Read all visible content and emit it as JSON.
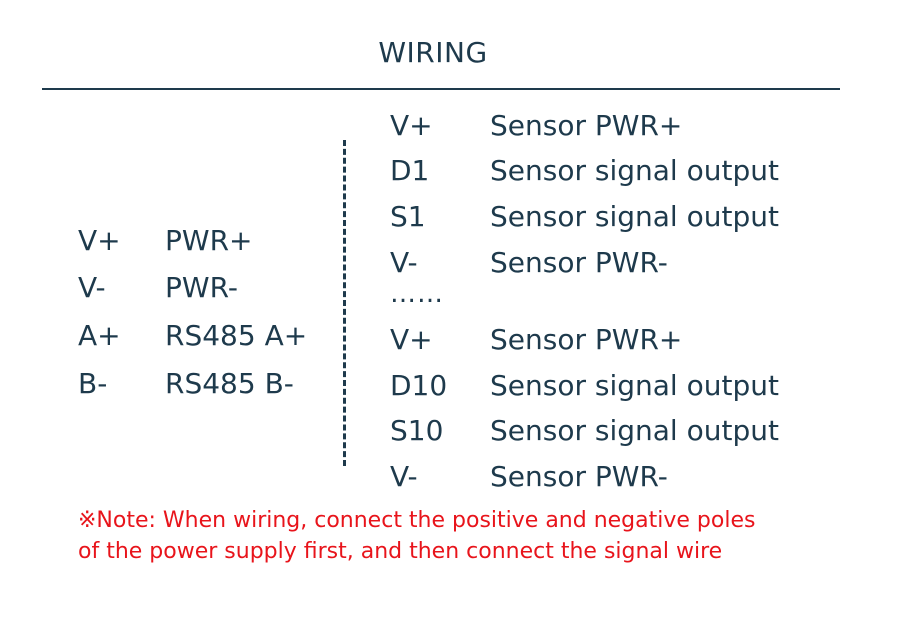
{
  "title": "WIRING",
  "left_terminals": [
    {
      "terminal": "V+",
      "description": "PWR+"
    },
    {
      "terminal": "V-",
      "description": "PWR-"
    },
    {
      "terminal": "A+",
      "description": "RS485 A+"
    },
    {
      "terminal": "B-",
      "description": "RS485 B-"
    }
  ],
  "right_terminals_top": [
    {
      "terminal": "V+",
      "description": "Sensor PWR+"
    },
    {
      "terminal": "D1",
      "description": "Sensor signal output"
    },
    {
      "terminal": "S1",
      "description": "Sensor signal output"
    },
    {
      "terminal": "V-",
      "description": "Sensor PWR-"
    }
  ],
  "ellipsis": "……",
  "right_terminals_bottom": [
    {
      "terminal": "V+",
      "description": "Sensor PWR+"
    },
    {
      "terminal": "D10",
      "description": "Sensor signal output"
    },
    {
      "terminal": "S10",
      "description": "Sensor signal output"
    },
    {
      "terminal": "V-",
      "description": "Sensor PWR-"
    }
  ],
  "note": {
    "line1": "※Note: When wiring, connect the positive and negative poles",
    "line2": "of the power supply first, and then connect the signal wire",
    "color": "#e8141b"
  }
}
